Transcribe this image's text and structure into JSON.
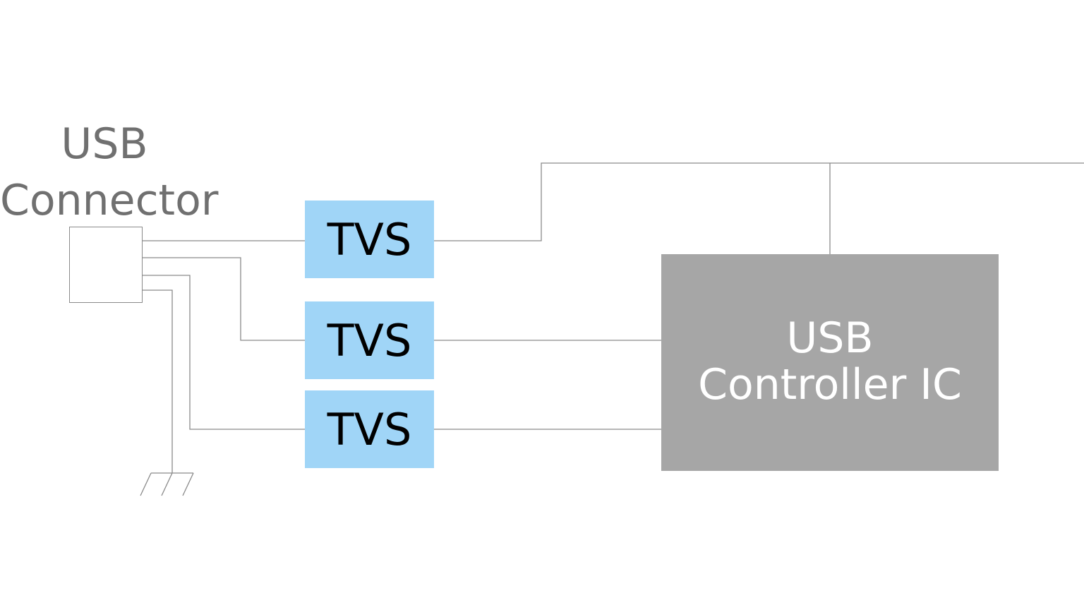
{
  "connector": {
    "label_line1": "USB",
    "label_line2": "Connector"
  },
  "tvs": [
    {
      "label": "TVS"
    },
    {
      "label": "TVS"
    },
    {
      "label": "TVS"
    }
  ],
  "controller": {
    "label_line1": "USB",
    "label_line2": "Controller IC"
  },
  "colors": {
    "tvs_fill": "#a0d5f7",
    "controller_fill": "#a6a6a6",
    "wire": "#8a8a8a",
    "connector_label": "#707070"
  },
  "icons": {
    "ground": "ground-symbol"
  }
}
